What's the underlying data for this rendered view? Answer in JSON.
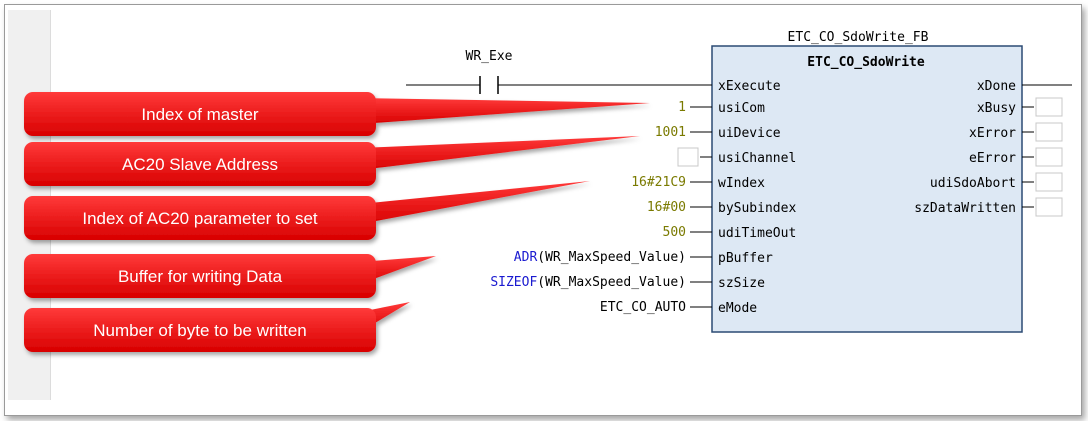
{
  "fb": {
    "instance_name": "ETC_CO_SdoWrite_FB",
    "type_name": "ETC_CO_SdoWrite",
    "inputs": [
      "xExecute",
      "usiCom",
      "uiDevice",
      "usiChannel",
      "wIndex",
      "bySubindex",
      "udiTimeOut",
      "pBuffer",
      "szSize",
      "eMode"
    ],
    "outputs": [
      "xDone",
      "xBusy",
      "xError",
      "eError",
      "udiSdoAbort",
      "szDataWritten"
    ]
  },
  "contact": {
    "label": "WR_Exe"
  },
  "input_values": {
    "usiCom": "1",
    "uiDevice": "1001",
    "usiChannel": "",
    "wIndex": "16#21C9",
    "bySubindex": "16#00",
    "udiTimeOut": "500",
    "pBuffer_func": "ADR",
    "pBuffer_arg": "(WR_MaxSpeed_Value)",
    "szSize_func": "SIZEOF",
    "szSize_arg": "(WR_MaxSpeed_Value)",
    "eMode": "ETC_CO_AUTO"
  },
  "callouts": [
    "Index of master",
    "AC20 Slave Address",
    "Index of AC20 parameter to set",
    "Buffer for writing Data",
    "Number of byte to be written"
  ],
  "colors": {
    "callout_red": "#e60000",
    "fb_fill": "#dde8f4",
    "fb_border": "#2b4a74",
    "literal": "#7a7a00",
    "keyword": "#1a1ad0",
    "wire": "#000000"
  }
}
